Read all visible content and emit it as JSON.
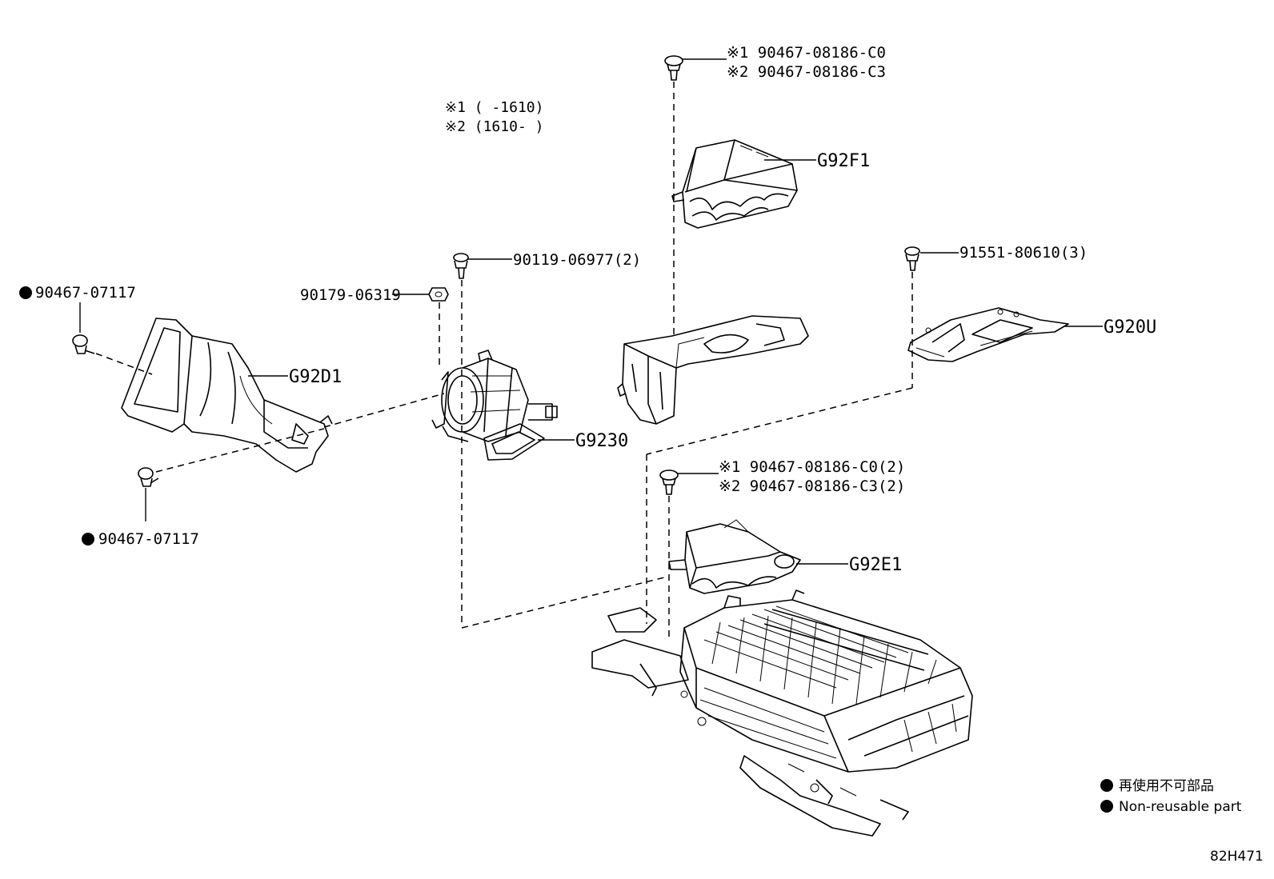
{
  "notes": {
    "note1": "※1 (     -1610)",
    "note2": "※2 (1610-     )"
  },
  "callouts": {
    "top_clip_1": "※1 90467-08186-C0",
    "top_clip_2": "※2 90467-08186-C3",
    "g92f1": "G92F1",
    "screw_90119": "90119-06977(2)",
    "nut_90179": "90179-06319",
    "bolt_91551": "91551-80610(3)",
    "g920u": "G920U",
    "clip_left_top": "90467-07117",
    "g92d1": "G92D1",
    "g9230": "G9230",
    "clip_left_bottom": "90467-07117",
    "mid_clip_1": "※1 90467-08186-C0(2)",
    "mid_clip_2": "※2 90467-08186-C3(2)",
    "g92e1": "G92E1"
  },
  "legend": {
    "jp": "再使用不可部品",
    "en": "Non-reusable part"
  },
  "diagram_code": "82H471"
}
